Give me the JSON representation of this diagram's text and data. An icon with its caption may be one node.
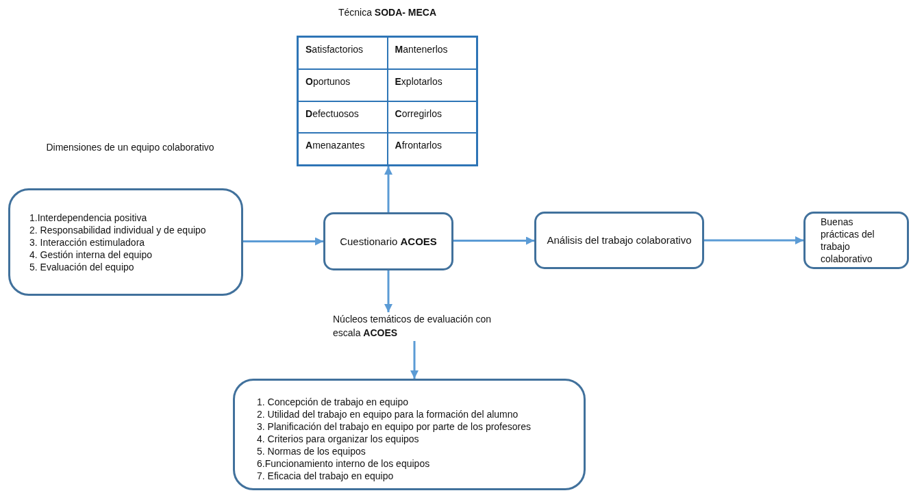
{
  "diagram": {
    "nodes": [
      {
        "text": [
          "Dimensiones de un equipo colaborativo",
          "1.Interdependencia positiva",
          "2. Responsabilidad individual y de equipo",
          "3. Interacción estimuladora",
          "4. Gestión interna del equipo",
          "5. Evaluación del equipo"
        ]
      },
      {
        "text": [
          "Cuestionario **ACOES**"
        ]
      },
      {
        "text": [
          "Técnica **SODA- MECA**",
          "**S**atisfactorios",
          "**M**antenerlos",
          "**O**portunos",
          "**E**xplotarlos",
          "**D**efectuosos",
          "**C**orregirlos",
          "**A**menazantes",
          "**A**frontarlos"
        ]
      },
      {
        "text": [
          "Análisis del trabajo colaborativo"
        ]
      },
      {
        "text": [
          "Buenas prácticas del trabajo colaborativo"
        ]
      },
      {
        "text": [
          "Núcleos temáticos de evaluación con escala **ACOES**"
        ]
      },
      {
        "text": [
          "1. Concepción de trabajo en equipo",
          "2. Utilidad del trabajo en equipo para la formación del alumno",
          "3. Planificación del trabajo en equipo por parte de los profesores",
          "4. Criterios para organizar los equipos",
          "5. Normas de los equipos",
          "6.Funcionamiento interno de los equipos",
          "7. Eficacia del trabajo en equipo"
        ]
      }
    ],
    "edges": [
      {
        "from": 0,
        "to": 1,
        "arrow": "to"
      },
      {
        "from": 1,
        "to": 2,
        "arrow": "to"
      },
      {
        "from": 1,
        "to": 3,
        "arrow": "to"
      },
      {
        "from": 3,
        "to": 4,
        "arrow": "to"
      },
      {
        "from": 1,
        "to": 5,
        "arrow": "to"
      },
      {
        "from": 5,
        "to": 6,
        "arrow": "to"
      }
    ]
  }
}
